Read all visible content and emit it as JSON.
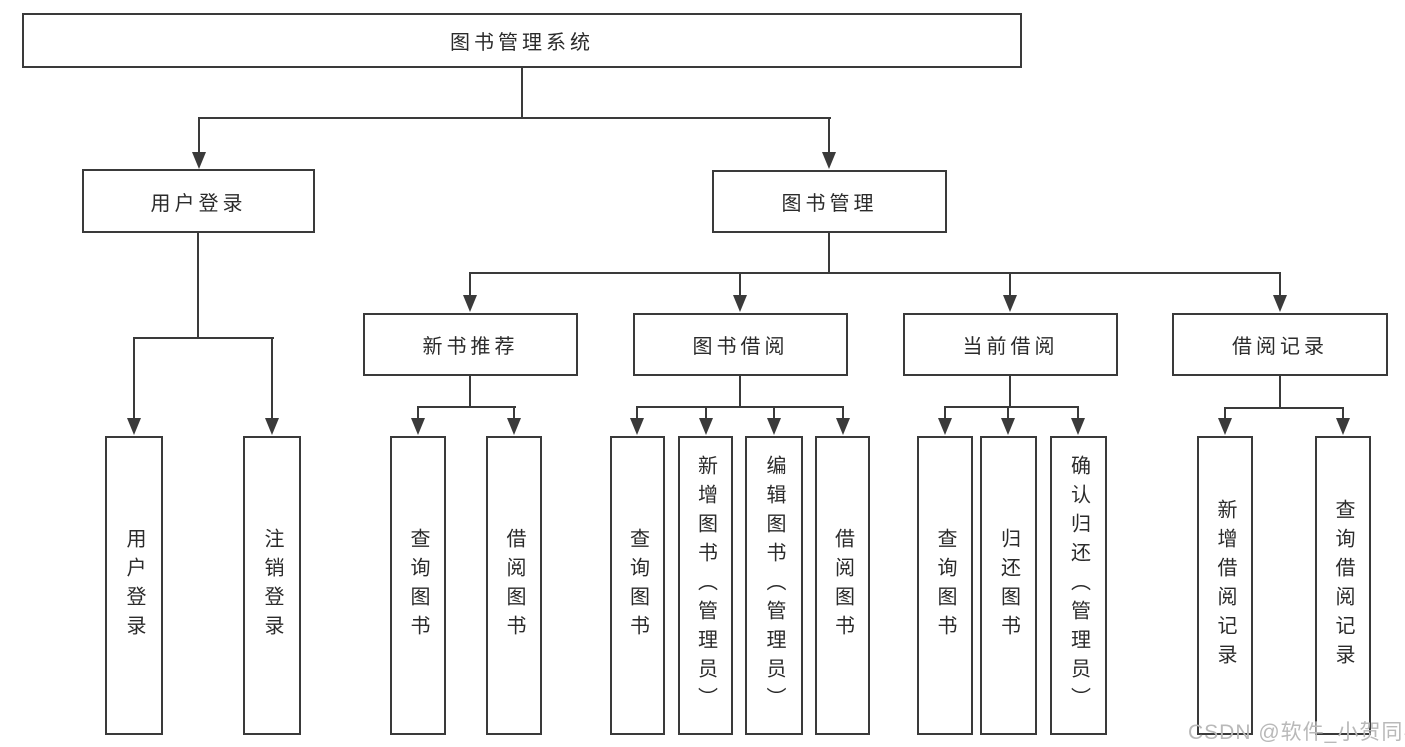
{
  "colors": {
    "line": "#3a3a3a",
    "text": "#2b2b2b",
    "watermark": "#b9b9b9",
    "background": "#ffffff"
  },
  "watermark": {
    "text": "CSDN @软件_小贺同学"
  },
  "diagram": {
    "type": "hierarchy-tree",
    "root": {
      "label": "图书管理系统"
    },
    "branches": [
      {
        "label": "用户登录",
        "children": [
          {
            "label": "用户登录"
          },
          {
            "label": "注销登录"
          }
        ]
      },
      {
        "label": "图书管理",
        "children": [
          {
            "label": "新书推荐",
            "children": [
              {
                "label": "查询图书"
              },
              {
                "label": "借阅图书"
              }
            ]
          },
          {
            "label": "图书借阅",
            "children": [
              {
                "label": "查询图书"
              },
              {
                "label": "新增图书（管理员）"
              },
              {
                "label": "编辑图书（管理员）"
              },
              {
                "label": "借阅图书"
              }
            ]
          },
          {
            "label": "当前借阅",
            "children": [
              {
                "label": "查询图书"
              },
              {
                "label": "归还图书"
              },
              {
                "label": "确认归还（管理员）"
              }
            ]
          },
          {
            "label": "借阅记录",
            "children": [
              {
                "label": "新增借阅记录"
              },
              {
                "label": "查询借阅记录"
              }
            ]
          }
        ]
      }
    ]
  }
}
